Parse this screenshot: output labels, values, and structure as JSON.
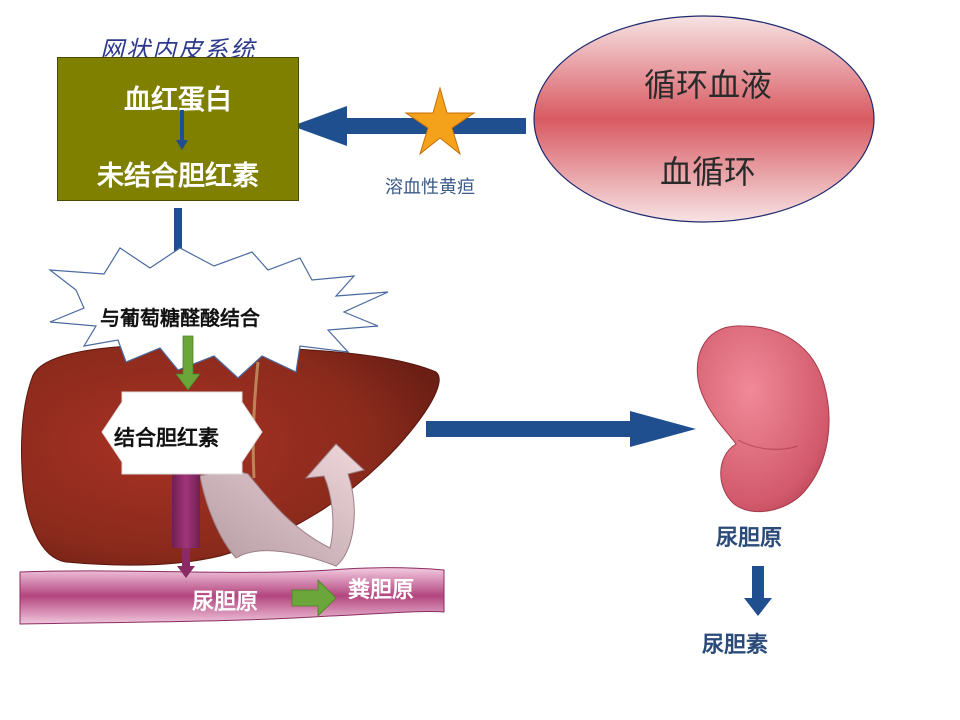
{
  "title": "网状内皮系统",
  "box": {
    "hemoglobin": "血红蛋白",
    "unconjugated": "未结合胆红素"
  },
  "circulation": {
    "blood": "循环血液",
    "system": "血循环"
  },
  "jaundice": "溶血性黄疸",
  "liver": {
    "glucuronide": "与葡萄糖醛酸结合",
    "conjugated": "结合胆红素"
  },
  "intestine": {
    "urobilinogen": "尿胆原",
    "stercobilinogen": "粪胆原"
  },
  "kidney": {
    "urobilinogen": "尿胆原",
    "urobilin": "尿胆素"
  },
  "colors": {
    "olive_box": "#7f7f00",
    "arrow_blue": "#1f4f8f",
    "star_orange": "#f4a21c",
    "ellipse_red": "#e07478",
    "liver_brown": "#8b2a1e",
    "intestine_pink": "#c65b95",
    "kidney_pink": "#d9687a",
    "green_arrow": "#6aa63a"
  },
  "icons": {
    "star": "star-icon",
    "liver": "liver-illustration",
    "kidney": "kidney-illustration",
    "intestine": "intestine-illustration"
  }
}
